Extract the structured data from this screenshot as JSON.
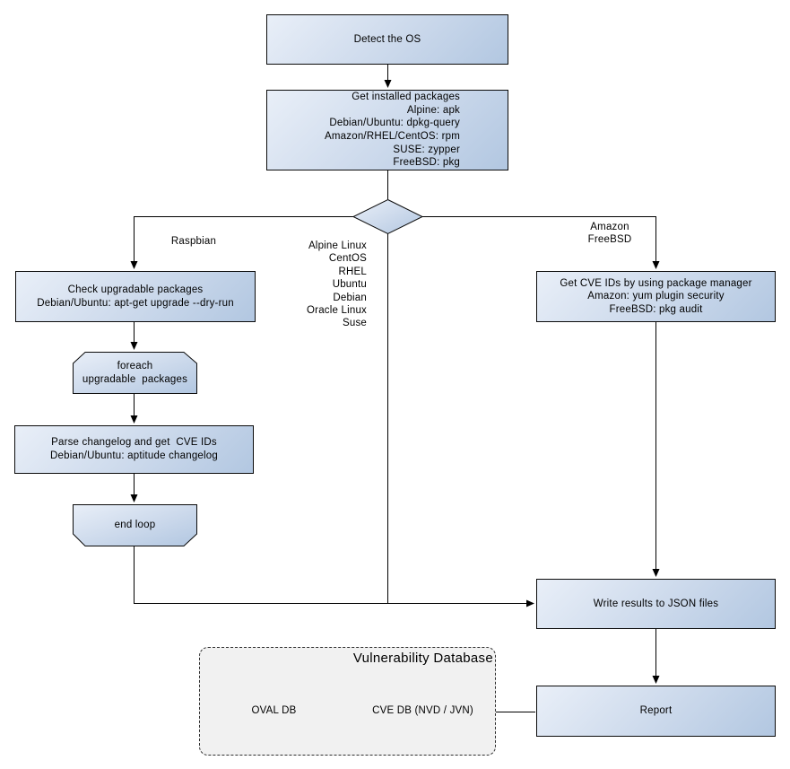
{
  "diagram": {
    "nodes": {
      "detect_os": {
        "lines": [
          "Detect the OS"
        ]
      },
      "get_packages": {
        "lines": [
          "Get installed packages",
          "Alpine: apk",
          "Debian/Ubuntu: dpkg-query",
          "Amazon/RHEL/CentOS: rpm",
          "SUSE: zypper",
          "FreeBSD: pkg"
        ]
      },
      "check_upgradable": {
        "lines": [
          "Check upgradable packages",
          "Debian/Ubuntu: apt-get upgrade --dry-run"
        ]
      },
      "foreach_loop": {
        "lines": [
          "foreach",
          "upgradable  packages"
        ]
      },
      "parse_changelog": {
        "lines": [
          "Parse changelog and get  CVE IDs",
          "Debian/Ubuntu: aptitude changelog"
        ]
      },
      "end_loop": {
        "lines": [
          "end loop"
        ]
      },
      "get_cve_ids": {
        "lines": [
          "Get CVE IDs by using package manager",
          "Amazon: yum plugin security",
          "FreeBSD: pkg audit"
        ]
      },
      "write_json": {
        "lines": [
          "Write results to JSON files"
        ]
      },
      "report": {
        "lines": [
          "Report"
        ]
      }
    },
    "edge_labels": {
      "raspbian": "Raspbian",
      "os_list": [
        "Alpine Linux",
        "CentOS",
        "RHEL",
        "Ubuntu",
        "Debian",
        "Oracle Linux",
        "Suse"
      ],
      "amazon_freebsd": [
        "Amazon",
        "FreeBSD"
      ]
    },
    "database": {
      "title": "Vulnerability Database",
      "oval_db": "OVAL DB",
      "cve_db": "CVE DB (NVD / JVN)"
    },
    "colors": {
      "node_fill_light": "#e9eff8",
      "node_fill_dark": "#b2c7e1",
      "node_border": "#0b0b0b",
      "connector": "#000000",
      "container_fill": "#f1f1f1",
      "container_border": "#2e2e2e",
      "text": "#000000",
      "background": "#ffffff"
    }
  }
}
